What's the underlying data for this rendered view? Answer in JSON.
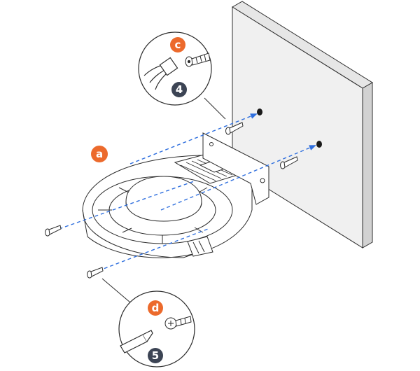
{
  "diagram": {
    "callouts": [
      {
        "id": "a",
        "label": "a",
        "color": "#ec6a2c"
      },
      {
        "id": "c",
        "label": "c",
        "color": "#ec6a2c"
      },
      {
        "id": "d",
        "label": "d",
        "color": "#ec6a2c"
      }
    ],
    "steps": [
      {
        "id": "4",
        "label": "4",
        "color": "#3c4454"
      },
      {
        "id": "5",
        "label": "5",
        "color": "#3c4454"
      }
    ],
    "colors": {
      "outline": "#2b2b2b",
      "arrow": "#2f6fde",
      "wall_front": "#f0f0f0",
      "wall_side": "#d2d2d2",
      "wall_top": "#e6e6e6"
    },
    "icons": [
      "wall-panel",
      "mounting-bracket",
      "screw",
      "wall-anchor",
      "hammer",
      "screwdriver",
      "dashed-arrow"
    ]
  }
}
